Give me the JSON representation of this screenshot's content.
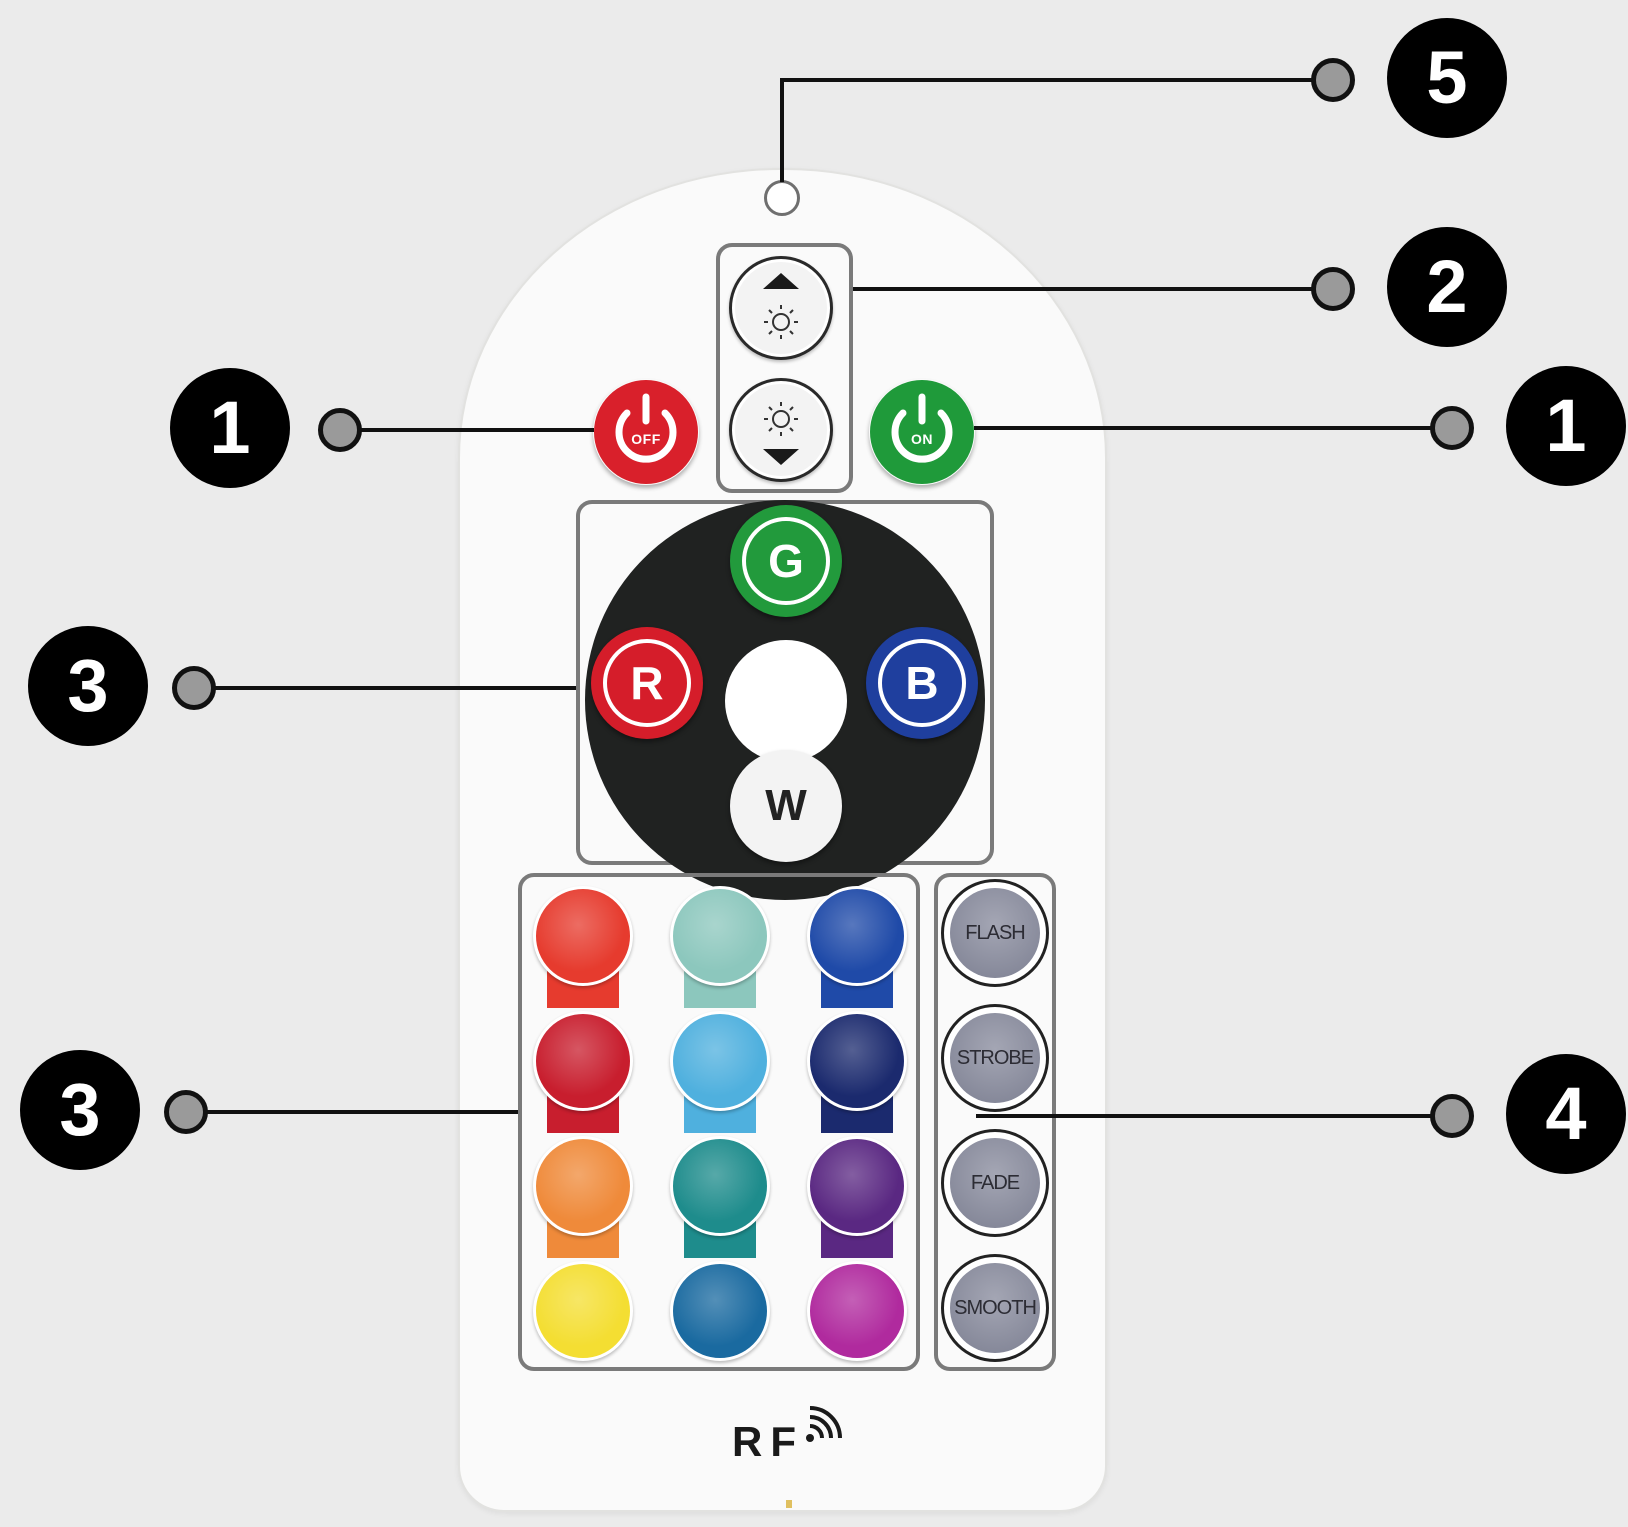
{
  "callouts": {
    "power_off": "1",
    "power_on": "1",
    "brightness": "2",
    "rgb_wheel": "3",
    "color_grid": "3",
    "modes": "4",
    "ir_window": "5"
  },
  "power": {
    "off": "OFF",
    "on": "ON"
  },
  "rgb": {
    "g": "G",
    "r": "R",
    "b": "B",
    "w": "W"
  },
  "color_columns": [
    [
      "#e63b2e",
      "#c81e2e",
      "#ef8a3a",
      "#f4de32"
    ],
    [
      "#8cc7bd",
      "#4fb0de",
      "#1e8c8c",
      "#1a6aa0"
    ],
    [
      "#1f4aa8",
      "#1b2a6e",
      "#5a2882",
      "#b02a9e"
    ]
  ],
  "modes": [
    "FLASH",
    "STROBE",
    "FADE",
    "SMOOTH"
  ],
  "branding": {
    "logo": "RF"
  },
  "colors": {
    "off_red": "#d9202b",
    "on_green": "#1f9a3a",
    "g_green": "#229a3c",
    "r_red": "#d51d2a",
    "b_blue": "#1f3f9e"
  }
}
